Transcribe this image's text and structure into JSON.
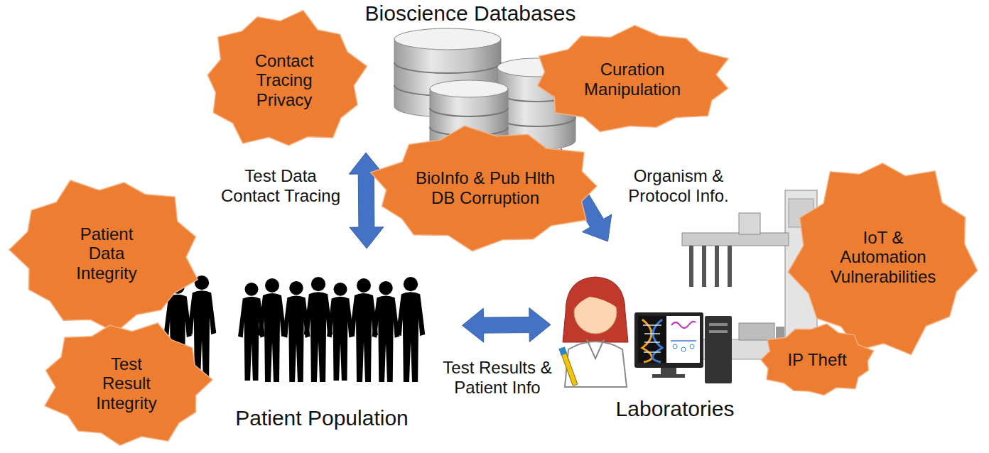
{
  "diagram": {
    "nodes": [
      {
        "text": [
          "Bioscience Databases"
        ]
      },
      {
        "text": [
          "Contact Tracing Privacy"
        ]
      },
      {
        "text": [
          "Curation Manipulation"
        ]
      },
      {
        "text": [
          "BioInfo & Pub Hlth DB Corruption"
        ]
      },
      {
        "text": [
          "Patient Data Integrity"
        ]
      },
      {
        "text": [
          "IoT & Automation Vulnerabilities"
        ]
      },
      {
        "text": [
          "Test Result Integrity"
        ]
      },
      {
        "text": [
          "IP Theft"
        ]
      },
      {
        "text": [
          "Patient Population"
        ]
      },
      {
        "text": [
          "Laboratories"
        ]
      }
    ],
    "edges": [
      {
        "from": 0,
        "to": 8,
        "label": "Test Data Contact Tracing",
        "arrow": "both"
      },
      {
        "from": 0,
        "to": 9,
        "label": "Organism & Protocol Info.",
        "arrow": "to"
      },
      {
        "from": 8,
        "to": 9,
        "label": "Test Results & Patient Info",
        "arrow": "both"
      }
    ]
  }
}
